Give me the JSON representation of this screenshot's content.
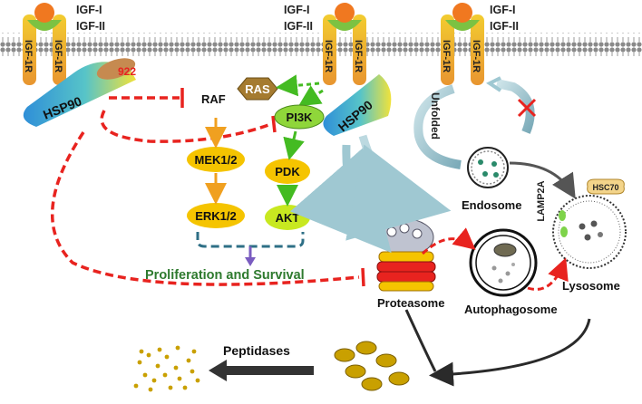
{
  "ligands": {
    "igf1": "IGF-I",
    "igf2": "IGF-II"
  },
  "receptor_label": "IGF-1R",
  "chaperone": {
    "hsp90": "HSP90",
    "residue": "922"
  },
  "nodes": {
    "raf": "RAF",
    "ras": "RAS",
    "pi3k": "PI3K",
    "mek": "MEK1/2",
    "erk": "ERK1/2",
    "pdk": "PDK",
    "akt": "AKT"
  },
  "outcome": "Proliferation and Survival",
  "trafficking": {
    "unfolded": "Unfolded",
    "endosome": "Endosome",
    "hsc70": "HSC70",
    "lamp2a": "LAMP2A",
    "lysosome": "Lysosome",
    "proteasome": "Proteasome",
    "autophagosome": "Autophagosome",
    "peptidases": "Peptidases"
  },
  "colors": {
    "inhibition_red": "#e8231f",
    "activation_green": "#44bb22",
    "kinase_orange": "#f5c400",
    "akt_green": "#c8e820",
    "outcome_text": "#2e7a2e"
  }
}
